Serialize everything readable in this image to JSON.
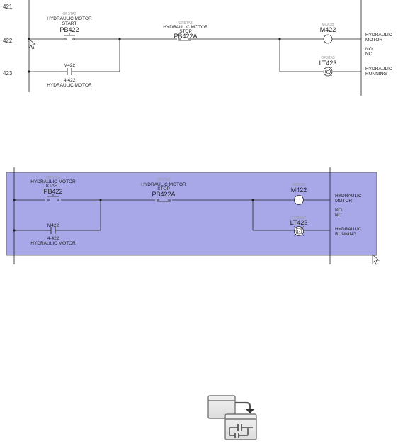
{
  "colors": {
    "wire": "#222222",
    "selection_fill": "#a8a8e8",
    "selection_stroke": "#555555",
    "muted_label": "#999999"
  },
  "top": {
    "rungs": [
      "421",
      "422",
      "423"
    ],
    "start_button": {
      "tag": "OPSTA3",
      "line1": "HYDRAULIC MOTOR",
      "line2": "START",
      "id": "PB422"
    },
    "stop_button": {
      "tag": "OPSTA3",
      "line1": "HYDRAULIC MOTOR",
      "line2": "STOP",
      "id": "PB422A"
    },
    "motor": {
      "tag": "MCA1B",
      "id": "M422"
    },
    "light": {
      "tag": "OPSTA3",
      "id": "LT423",
      "symbol": "G"
    },
    "seal_contact": {
      "id": "M422",
      "ref": "4-422",
      "desc": "HYDRAULIC MOTOR"
    },
    "desc_motor": [
      "HYDRAULIC",
      "MOTOR"
    ],
    "no_nc": [
      "NO",
      "NC"
    ],
    "desc_running": [
      "HYDRAULIC",
      "RUNNING"
    ]
  },
  "bottom": {
    "start_button": {
      "tag": "OPSTA3",
      "line1": "HYDRAULIC MOTOR",
      "line2": "START",
      "id": "PB422"
    },
    "stop_button": {
      "tag": "OPSTA3",
      "line1": "HYDRAULIC MOTOR",
      "line2": "STOP",
      "id": "PB422A"
    },
    "motor": {
      "tag": "MCA1B",
      "id": "M422"
    },
    "light": {
      "tag": "OPSTA3",
      "id": "LT423",
      "symbol": "G"
    },
    "seal_contact": {
      "id": "M422",
      "ref": "4-422",
      "desc": "HYDRAULIC MOTOR"
    },
    "desc_motor": [
      "HYDRAULIC",
      "MOTOR"
    ],
    "no_nc": [
      "NO",
      "NC"
    ],
    "desc_running": [
      "HYDRAULIC",
      "RUNNING"
    ]
  },
  "icons": {
    "top_cursor": "arrow-cursor-icon",
    "bottom_cursor": "arrow-cursor-icon",
    "tool": "copy-circuit-icon"
  }
}
